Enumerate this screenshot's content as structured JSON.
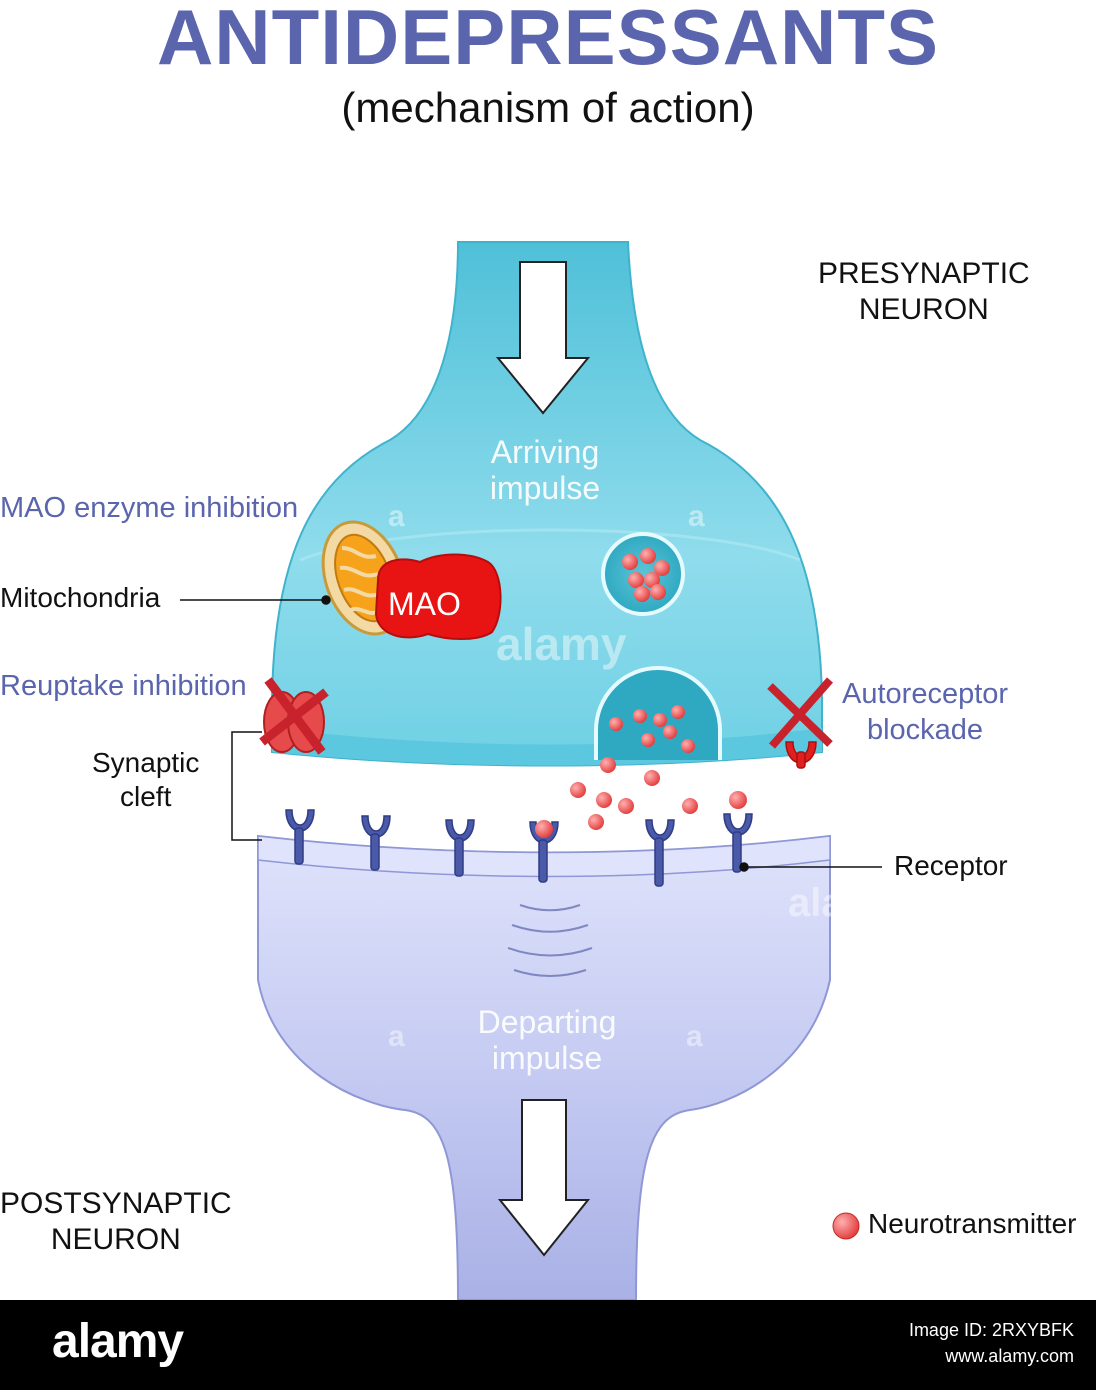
{
  "title": "ANTIDEPRESSANTS",
  "subtitle": "(mechanism of action)",
  "labels": {
    "presynaptic_line1": "PRESYNAPTIC",
    "presynaptic_line2": "NEURON",
    "postsynaptic_line1": "POSTSYNAPTIC",
    "postsynaptic_line2": "NEURON",
    "arriving_line1": "Arriving",
    "arriving_line2": "impulse",
    "departing_line1": "Departing",
    "departing_line2": "impulse",
    "mao_inhibition": "MAO enzyme inhibition",
    "mitochondria": "Mitochondria",
    "mao": "MAO",
    "reuptake_inhibition": "Reuptake inhibition",
    "synaptic_cleft_line1": "Synaptic",
    "synaptic_cleft_line2": "cleft",
    "autoreceptor_line1": "Autoreceptor",
    "autoreceptor_line2": "blockade",
    "receptor": "Receptor",
    "neurotransmitter": "Neurotransmitter"
  },
  "footer": {
    "logo": "alamy",
    "image_id": "Image ID: 2RXYBFK",
    "url": "www.alamy.com"
  },
  "watermarks": [
    "a",
    "alamy",
    "a",
    "a",
    "a",
    "ala"
  ],
  "colors": {
    "title": "#5b65ad",
    "presynaptic": "#63c7dc",
    "postsynaptic": "#b9c0ec",
    "neurotransmitter": "#e84b4b",
    "receptor": "#4a5aa8",
    "inhibition": "#c8232c"
  }
}
